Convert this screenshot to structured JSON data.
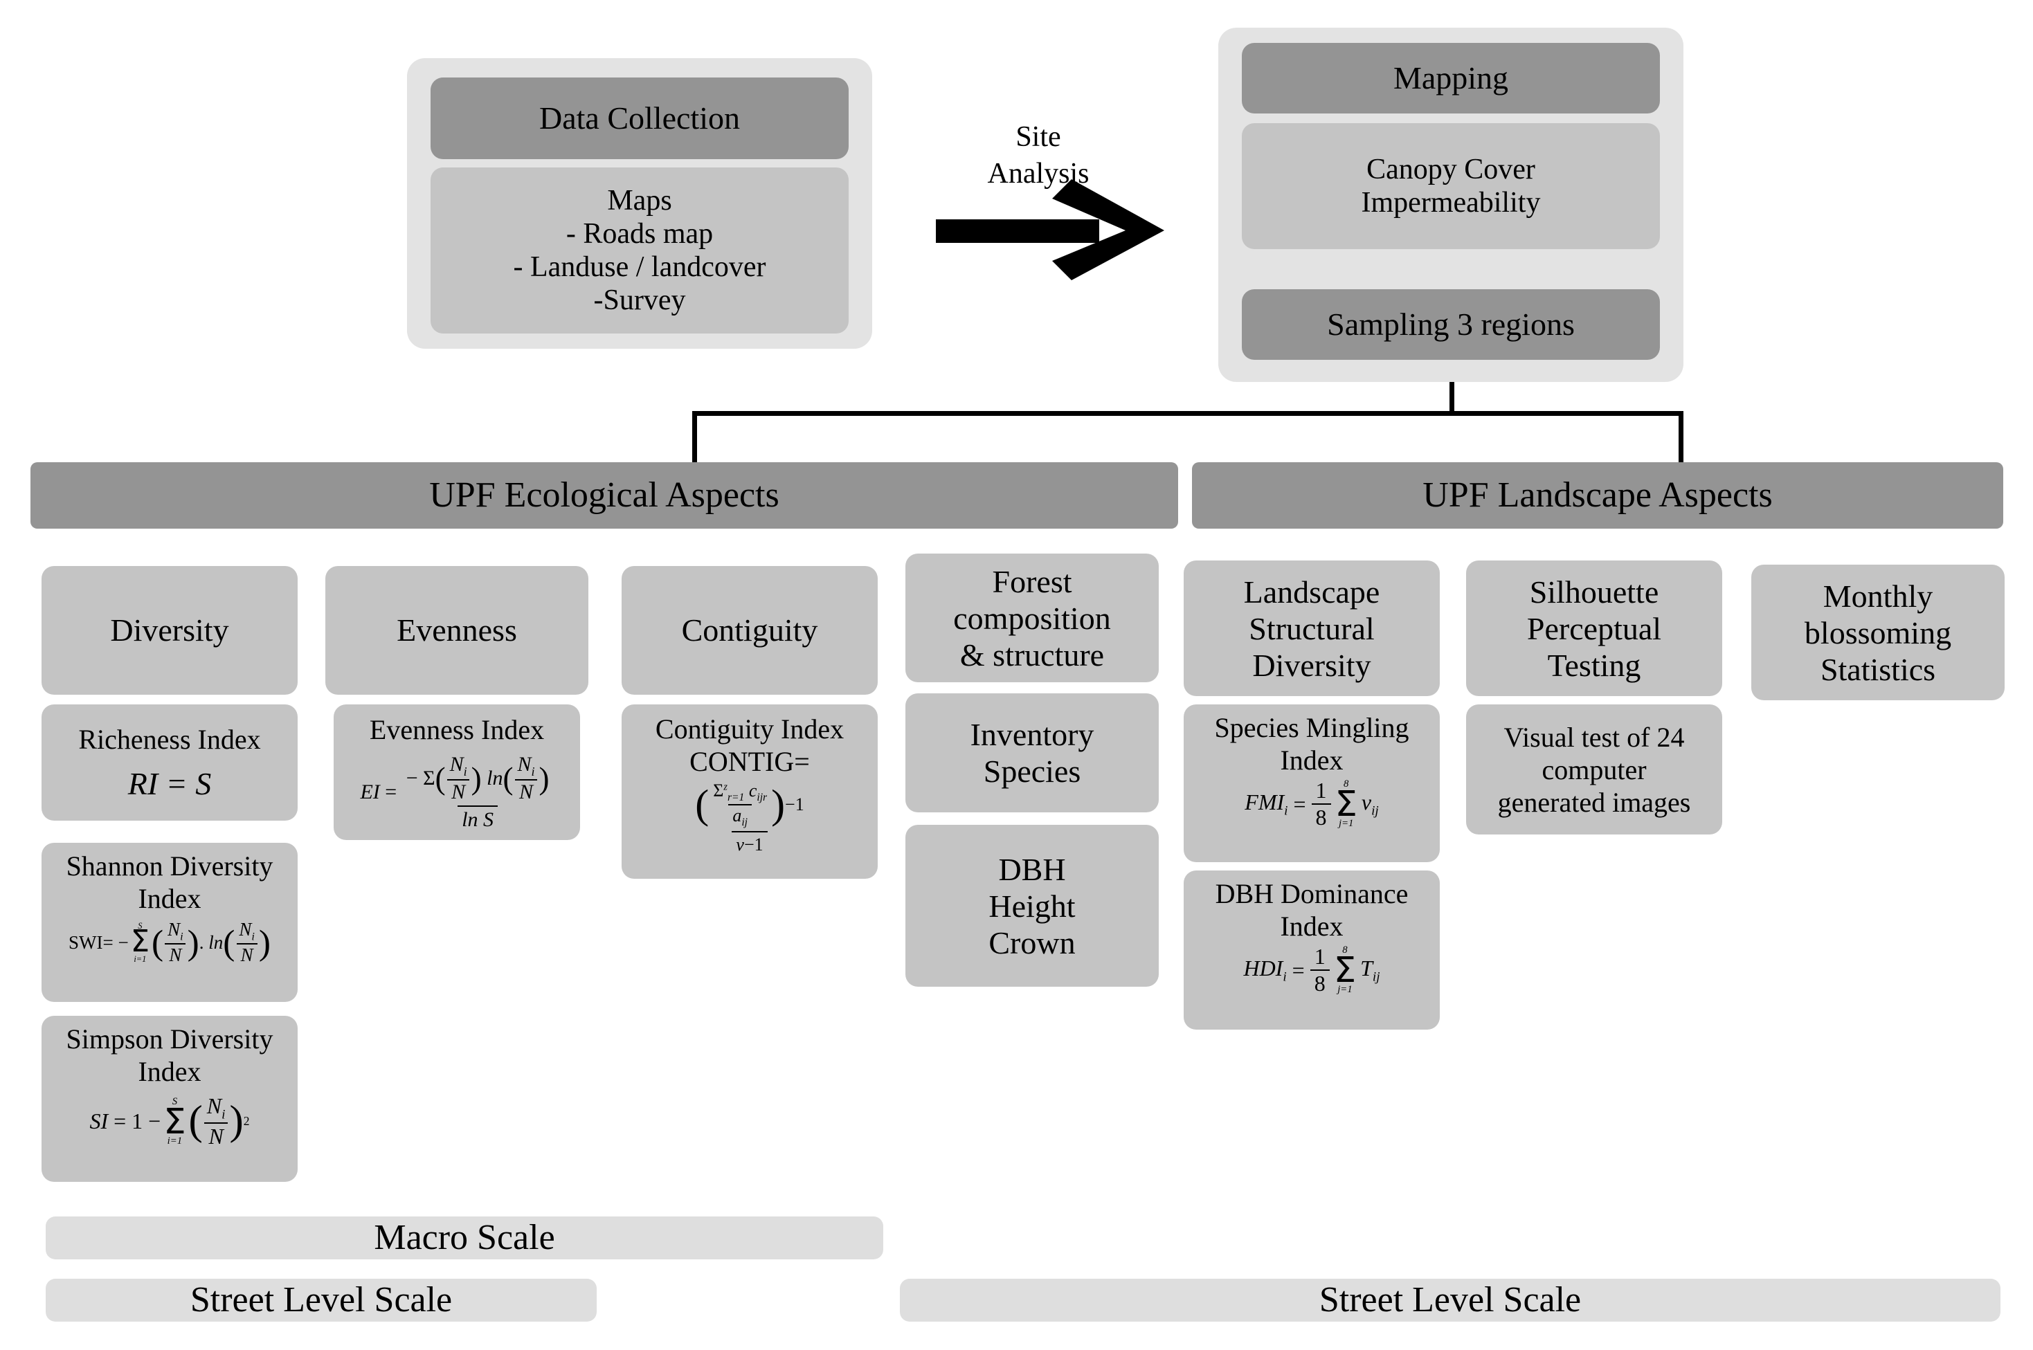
{
  "flow": {
    "data_collection": {
      "title": "Data Collection",
      "body_lines": [
        "Maps",
        "- Roads map",
        "- Landuse / landcover",
        "-Survey"
      ]
    },
    "arrow": {
      "label_line1": "Site",
      "label_line2": "Analysis",
      "icon": "right-arrow-icon"
    },
    "site_analysis": {
      "mapping": "Mapping",
      "canopy_lines": [
        "Canopy  Cover",
        "Impermeability"
      ],
      "sampling": "Sampling 3 regions"
    },
    "headers": {
      "ecological": "UPF Ecological Aspects",
      "landscape": "UPF Landscape Aspects"
    },
    "ecological_columns": [
      {
        "name": "Diversity",
        "cards": [
          {
            "title": "Richeness Index",
            "formula_id": "ri"
          },
          {
            "title_lines": [
              "Shannon Diversity",
              "Index"
            ],
            "formula_id": "swi"
          },
          {
            "title_lines": [
              "Simpson Diversity",
              "Index"
            ],
            "formula_id": "si"
          }
        ]
      },
      {
        "name": "Evenness",
        "cards": [
          {
            "title": "Evenness Index",
            "formula_id": "ei"
          }
        ]
      },
      {
        "name": "Contiguity",
        "cards": [
          {
            "title_lines": [
              "Contiguity Index",
              "CONTIG="
            ],
            "formula_id": "contig"
          }
        ]
      },
      {
        "name_lines": [
          "Forest",
          "composition",
          "& structure"
        ],
        "cards": [
          {
            "title_lines": [
              "Inventory",
              "Species"
            ]
          },
          {
            "title_lines": [
              "DBH",
              "Height",
              "Crown"
            ]
          }
        ]
      }
    ],
    "landscape_columns": [
      {
        "name_lines": [
          "Landscape",
          "Structural",
          "Diversity"
        ],
        "cards": [
          {
            "title_lines": [
              "Species Mingling",
              "Index"
            ],
            "formula_id": "fmi"
          },
          {
            "title_lines": [
              "DBH Dominance",
              "Index"
            ],
            "formula_id": "hdi"
          }
        ]
      },
      {
        "name_lines": [
          "Silhouette",
          "Perceptual",
          "Testing"
        ],
        "cards": [
          {
            "title_lines": [
              "Visual test of 24",
              "computer",
              "generated images"
            ]
          }
        ]
      },
      {
        "name_lines": [
          "Monthly",
          "blossoming",
          "Statistics"
        ],
        "cards": []
      }
    ],
    "scales": {
      "macro": "Macro Scale",
      "street_left": "Street Level Scale",
      "street_right": "Street Level Scale"
    },
    "formulas": {
      "ri": "RI = S",
      "swi": "SWI= -∑(Ni/N) . ln(Ni/N), i=1..S",
      "si": "SI = 1 - ∑(Ni/N)^2, i=1..S",
      "ei": "EI = -∑(Ni/N) ln(Ni/N) / ln S",
      "contig": "CONTIG = ((∑r=1..z cijr / aij) - 1) / (v-1)",
      "fmi": "FMIi = 1/8 ∑ j=1..8 vij",
      "hdi": "HDIi = 1/8 ∑ j=1..8 Tij"
    }
  },
  "colors": {
    "dark_box": "#949494",
    "mid_box": "#c4c4c4",
    "light_box": "#dedede",
    "wrapper": "#e3e3e3",
    "line": "#000000"
  }
}
